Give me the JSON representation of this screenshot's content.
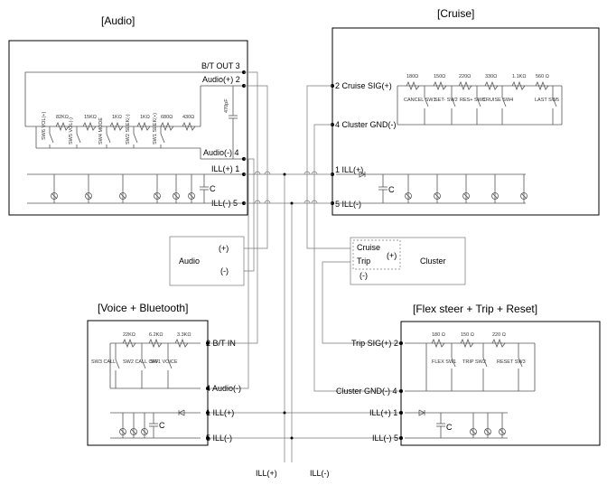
{
  "titles": {
    "audio": "[Audio]",
    "cruise": "[Cruise]",
    "voice": "[Voice + Bluetooth]",
    "flex": "[Flex steer + Trip + Reset]"
  },
  "audio_block": {
    "pins": [
      "B/T OUT 3",
      "Audio(+) 2",
      "Audio(-) 4",
      "ILL(+) 1",
      "ILL(-) 5"
    ],
    "resistors": [
      "82KΩ",
      "15KΩ",
      "1KΩ",
      "1KΩ",
      "680Ω",
      "430Ω"
    ],
    "switches": [
      "SW6 VOL(+)",
      "SW5 VOL(-)",
      "SW4 MODE",
      "SW2 SEEK(-)",
      "SW1 SEEK(+)"
    ],
    "capacitor": "470pF",
    "cap_small": "C"
  },
  "cruise_block": {
    "pins": [
      "2  Cruise SIG(+)",
      "4  Cluster GND(-)",
      "1  ILL(+)",
      "5  ILL(-)"
    ],
    "resistors": [
      "180Ω",
      "150Ω",
      "220Ω",
      "330Ω",
      "1.1KΩ",
      "560 Ω"
    ],
    "switches": [
      "CANCEL SW1",
      "SET- SW2",
      "RES+ SW3",
      "CRUISE SW4",
      "LAST SW5"
    ],
    "cap_small": "C"
  },
  "audio_unit": {
    "label": "Audio",
    "plus": "(+)",
    "minus": "(-)"
  },
  "cluster_unit": {
    "label": "Cluster",
    "cruise": "Cruise",
    "trip": "Trip",
    "plus": "(+)",
    "minus": "(-)"
  },
  "voice_block": {
    "pins": [
      "2  B/T IN",
      "4  Audio(-)",
      "1  ILL(+)",
      "5  ILL(-)"
    ],
    "resistors": [
      "22KΩ",
      "6.2KΩ",
      "3.3KΩ"
    ],
    "switches": [
      "SW3 CALL",
      "SW2 CALL OFF",
      "SW1 VOICE"
    ],
    "cap_small": "C"
  },
  "flex_block": {
    "pins": [
      "Trip SIG(+) 2",
      "Cluster GND(-) 4",
      "ILL(+) 1",
      "ILL(-) 5"
    ],
    "resistors": [
      "180 Ω",
      "150 Ω",
      "220 Ω"
    ],
    "switches": [
      "FLEX SW1",
      "TRIP SW2",
      "RESET SW3"
    ],
    "cap_small": "C"
  },
  "bottom_labels": {
    "ill_plus": "ILL(+)",
    "ill_minus": "ILL(-)"
  }
}
